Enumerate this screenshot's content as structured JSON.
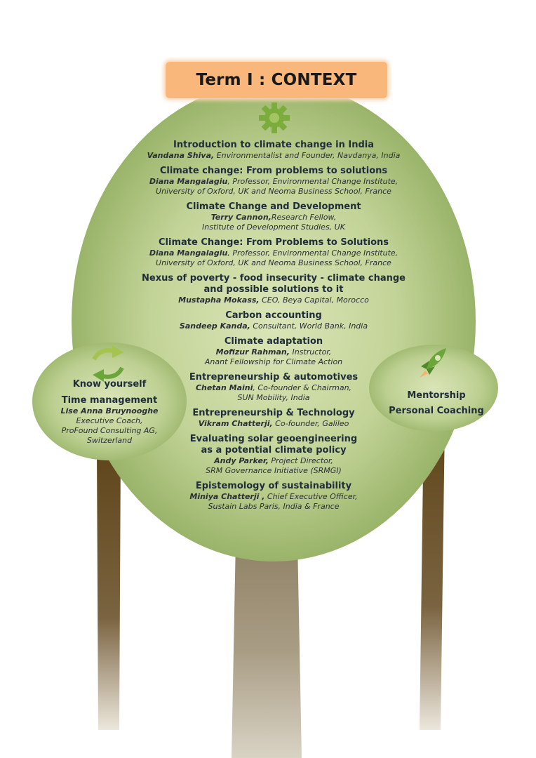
{
  "title": "Term I : CONTEXT",
  "sessions": [
    {
      "title": [
        "Introduction to climate change in India"
      ],
      "speaker": "Vandana Shiva,",
      "lines": [
        " Environmentalist and Founder, Navdanya, India"
      ]
    },
    {
      "title": [
        "Climate change: From problems to solutions"
      ],
      "speaker": "Diana Mangalagiu",
      "lines": [
        ", Professor, Environmental Change Institute,",
        "University of Oxford, UK and Neoma Business School, France"
      ]
    },
    {
      "title": [
        "Climate Change and Development"
      ],
      "speaker": "Terry Cannon,",
      "lines": [
        "Research Fellow,",
        "Institute of Development Studies, UK"
      ]
    },
    {
      "title": [
        "Climate Change: From Problems to Solutions"
      ],
      "speaker": "Diana Mangalagiu",
      "lines": [
        ", Professor, Environmental Change Institute,",
        "University of Oxford, UK and Neoma Business School, France"
      ]
    },
    {
      "title": [
        "Nexus of poverty - food insecurity - climate change",
        "and possible solutions to it"
      ],
      "speaker": "Mustapha Mokass,",
      "lines": [
        " CEO, Beya Capital, Morocco"
      ]
    },
    {
      "title": [
        "Carbon accounting"
      ],
      "speaker": "Sandeep Kanda,",
      "lines": [
        " Consultant, World Bank, India"
      ]
    },
    {
      "title": [
        "Climate adaptation"
      ],
      "speaker": "Mofizur Rahman,",
      "lines": [
        " Instructor,",
        "Anant Fellowship for Climate Action"
      ]
    },
    {
      "title": [
        "Entrepreneurship & automotives"
      ],
      "speaker": "Chetan Maini",
      "lines": [
        ", Co-founder & Chairman,",
        "SUN Mobility, India"
      ]
    },
    {
      "title": [
        "Entrepreneurship & Technology"
      ],
      "speaker": "Vikram Chatterji,",
      "lines": [
        " Co-founder, Galileo"
      ]
    },
    {
      "title": [
        "Evaluating solar geoengineering",
        "as a potential climate policy"
      ],
      "speaker": "Andy Parker,",
      "lines": [
        " Project Director,",
        "SRM Governance Initiative (SRMGI)"
      ]
    },
    {
      "title": [
        "Epistemology of sustainability"
      ],
      "speaker": "Miniya Chatterji ,",
      "lines": [
        " Chief Executive Officer,",
        "Sustain Labs Paris, India & France"
      ]
    }
  ],
  "left": {
    "heading1": "Know yourself",
    "heading2": "Time management",
    "speaker": "Lise Anna Bruynooghe",
    "lines": [
      "Executive Coach,",
      "ProFound Consulting AG,",
      "Switzerland"
    ]
  },
  "right": {
    "heading1": "Mentorship",
    "heading2": "Personal Coaching"
  },
  "colors": {
    "canopy_light": "#dbe5b8",
    "canopy_dark": "#8fac5e",
    "trunk_brown": "#6b4f22",
    "center_trunk": "#9e9279",
    "title_bg": "#f9b77c",
    "icon_green": "#7cad3c"
  },
  "icons": {
    "top": "gear-icon",
    "left": "cycle-arrows-icon",
    "right": "rocket-icon"
  }
}
